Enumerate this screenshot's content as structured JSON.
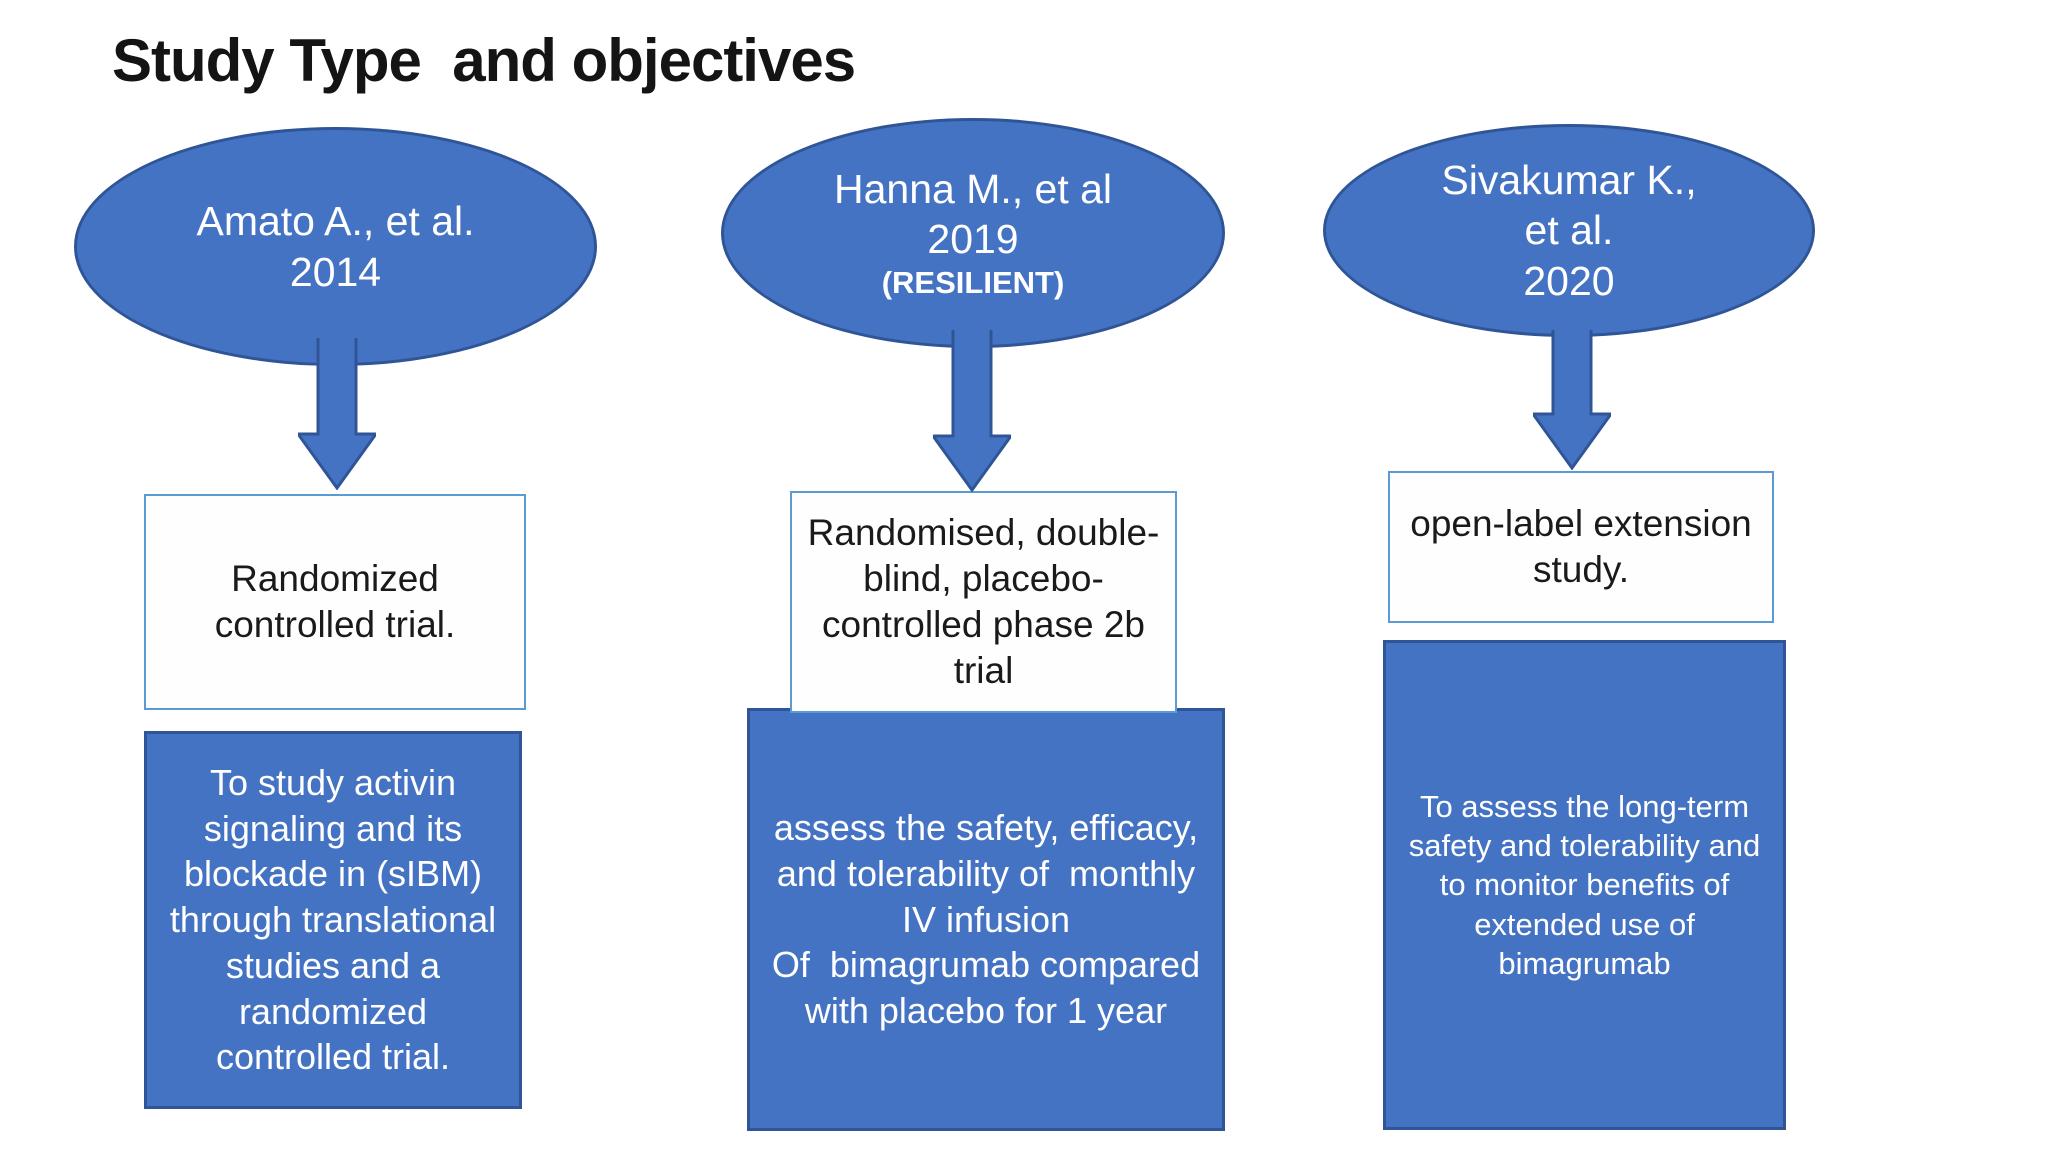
{
  "slide": {
    "title": "Study Type  and objectives"
  },
  "colors": {
    "shape_fill": "#4573C4",
    "shape_border": "#2F5597",
    "type_box_border": "#5B9BD5",
    "text_on_fill": "#FFFFFF",
    "text_dark": "#1A1A1A",
    "background": "#FFFFFF"
  },
  "columns": [
    {
      "study": "Amato A., et al.\n2014",
      "note": "",
      "study_type": "Randomized\ncontrolled trial.",
      "objective": "To study activin\nsignaling and its\nblockade in (sIBM)\nthrough translational\nstudies and a\nrandomized\ncontrolled trial."
    },
    {
      "study": "Hanna M., et al\n2019",
      "note": "(RESILIENT)",
      "study_type": "Randomised, double-\nblind, placebo-\ncontrolled phase 2b\ntrial",
      "objective": "assess the safety, efficacy,\nand tolerability of  monthly\nIV infusion\nOf  bimagrumab compared\nwith placebo for 1 year"
    },
    {
      "study": "Sivakumar K.,\net al.\n2020",
      "note": "",
      "study_type": "open-label extension\nstudy.",
      "objective": "To assess the long-term\nsafety and tolerability and\nto monitor benefits of\nextended use of\nbimagrumab"
    }
  ]
}
